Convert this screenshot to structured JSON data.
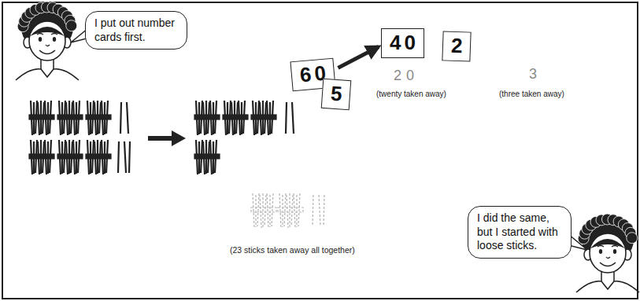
{
  "diagram": {
    "nodes": [
      {
        "text": [
          "I put out number cards first."
        ]
      },
      {
        "text": [
          "60"
        ]
      },
      {
        "text": [
          "5"
        ]
      },
      {
        "text": [
          "40"
        ]
      },
      {
        "text": [
          "2"
        ]
      },
      {
        "text": [
          "I did the same, but I started with loose sticks."
        ]
      }
    ],
    "edges": [
      {
        "from": 1,
        "to": 3,
        "arrow": "to"
      }
    ],
    "labels": [
      "20",
      "3",
      "(twenty taken away)",
      "(three taken away)",
      "(23 sticks taken away all together)"
    ]
  }
}
